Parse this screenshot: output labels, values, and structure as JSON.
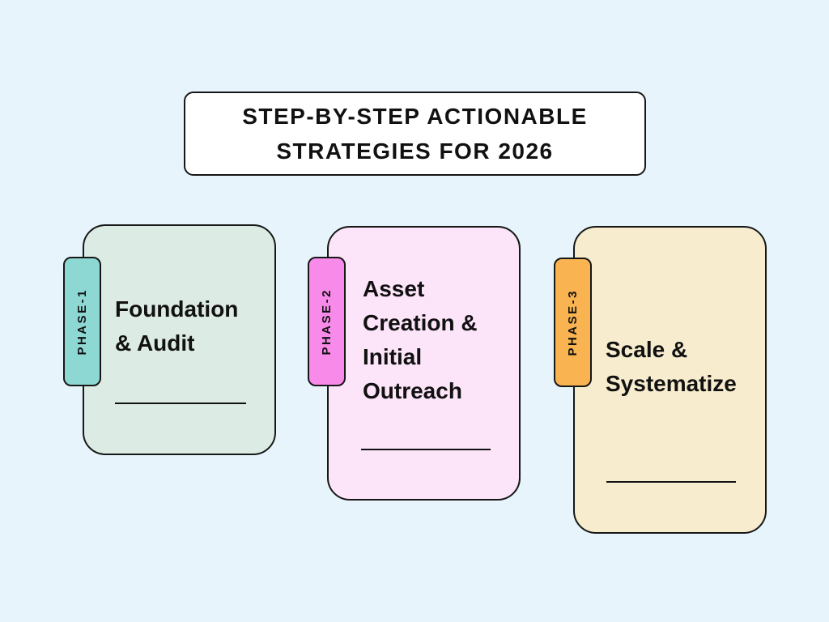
{
  "page": {
    "background_color": "#e7f4fc",
    "text_color": "#111111",
    "border_color": "#171717"
  },
  "header": {
    "title": "STEP-BY-STEP ACTIONABLE\nSTRATEGIES FOR 2026"
  },
  "phases": [
    {
      "tab_label": "PHASE-1",
      "title": "Foundation\n& Audit",
      "card_color": "#dcebe3",
      "tab_color": "#8ed8d4"
    },
    {
      "tab_label": "PHASE-2",
      "title": "Asset\nCreation &\nInitial\nOutreach",
      "card_color": "#fce4f9",
      "tab_color": "#f88bea"
    },
    {
      "tab_label": "PHASE-3",
      "title": "Scale &\nSystematize",
      "card_color": "#f8ecce",
      "tab_color": "#f9b350"
    }
  ]
}
